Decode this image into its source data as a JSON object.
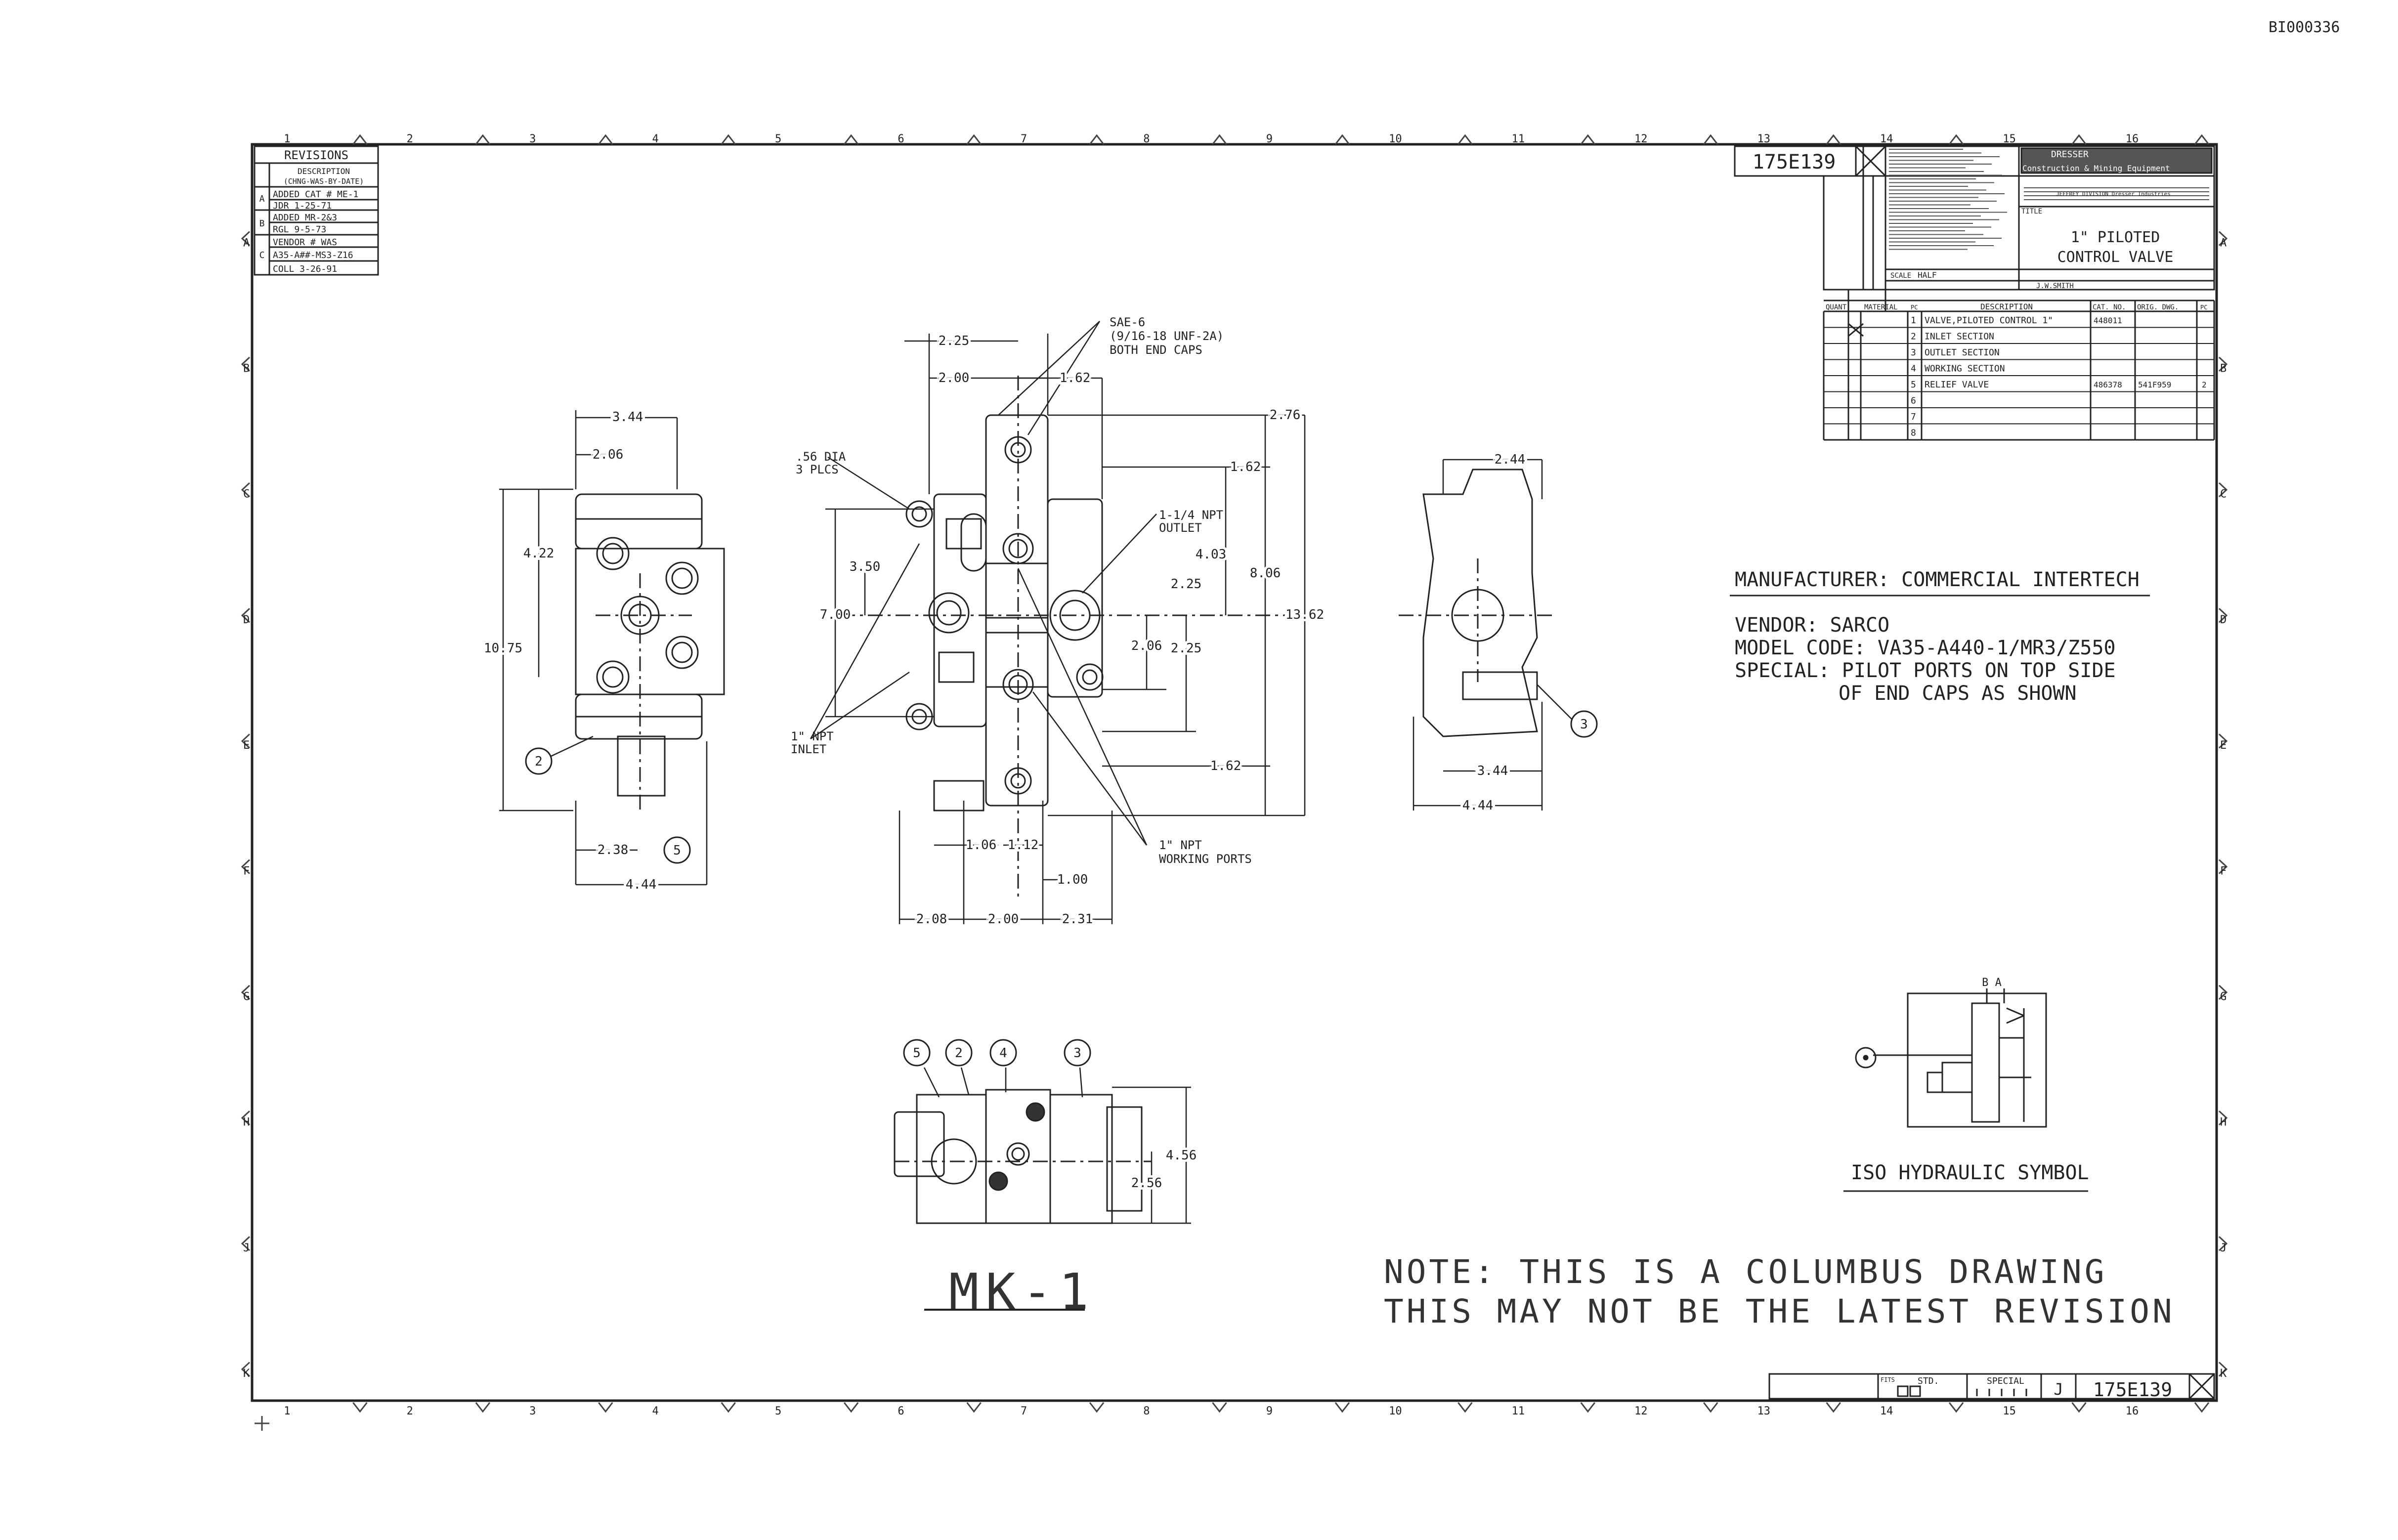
{
  "doc_id": "BI000336",
  "drawing_number": "175E139",
  "border": {
    "top_numbers": [
      "1",
      "2",
      "3",
      "4",
      "5",
      "6",
      "7",
      "8",
      "9",
      "10",
      "11",
      "12",
      "13",
      "14",
      "15",
      "16"
    ],
    "side_letters": [
      "A",
      "B",
      "C",
      "D",
      "E",
      "F",
      "G",
      "H",
      "J",
      "K"
    ]
  },
  "revisions": {
    "title": "REVISIONS",
    "header": [
      "DESCRIPTION",
      "(CHNG-WAS-BY-DATE)"
    ],
    "rows": [
      {
        "letter": "A",
        "lines": [
          "ADDED CAT # ME-1",
          "JDR 1-25-71"
        ]
      },
      {
        "letter": "B",
        "lines": [
          "ADDED MR-2&3",
          "RGL 9-5-73"
        ]
      },
      {
        "letter": "C",
        "lines": [
          "VENDOR # WAS",
          "A35-A##-MS3-Z16",
          "COLL 3-26-91"
        ]
      }
    ]
  },
  "title_block": {
    "number": "175E139",
    "company": "DRESSER",
    "division": "Construction & Mining Equipment",
    "division_sub": "JEFFREY DIVISION  Dresser Industries",
    "title_label": "TITLE",
    "title": [
      "1\" PILOTED",
      "CONTROL VALVE"
    ],
    "scale_label": "SCALE",
    "scale": "HALF",
    "drawn": "J.W.SMITH",
    "parts_header": [
      "QUANT.",
      "MATERIAL",
      "PC",
      "DESCRIPTION",
      "CAT. NO.",
      "ORIG. DWG.",
      "PC"
    ],
    "parts": [
      {
        "pc": "1",
        "desc": "VALVE,PILOTED CONTROL 1\"",
        "cat": "448011",
        "orig": "",
        "pc2": ""
      },
      {
        "pc": "2",
        "desc": "INLET SECTION",
        "cat": "",
        "orig": "",
        "pc2": ""
      },
      {
        "pc": "3",
        "desc": "OUTLET SECTION",
        "cat": "",
        "orig": "",
        "pc2": ""
      },
      {
        "pc": "4",
        "desc": "WORKING SECTION",
        "cat": "",
        "orig": "",
        "pc2": ""
      },
      {
        "pc": "5",
        "desc": "RELIEF VALVE",
        "cat": "486378",
        "orig": "541F959",
        "pc2": "2"
      },
      {
        "pc": "6",
        "desc": "",
        "cat": "",
        "orig": "",
        "pc2": ""
      },
      {
        "pc": "7",
        "desc": "",
        "cat": "",
        "orig": "",
        "pc2": ""
      },
      {
        "pc": "8",
        "desc": "",
        "cat": "",
        "orig": "",
        "pc2": ""
      }
    ]
  },
  "notes": {
    "manufacturer": "MANUFACTURER: COMMERCIAL INTERTECH",
    "vendor": "VENDOR: SARCO",
    "model_code": "MODEL CODE: VA35-A440-1/MR3/Z550",
    "special_1": "SPECIAL: PILOT PORTS ON TOP SIDE",
    "special_2": "OF END CAPS AS SHOWN",
    "iso": "ISO HYDRAULIC SYMBOL",
    "mk": "MK-1",
    "columbus_1": "NOTE: THIS IS A COLUMBUS DRAWING",
    "columbus_2": "THIS MAY NOT BE THE LATEST REVISION",
    "iso_ports": "B  A"
  },
  "dims": {
    "left_view": [
      "3.44",
      "2.06",
      "4.22",
      "10.75",
      "2.38",
      "4.44"
    ],
    "front_view": [
      "2.25",
      "2.00",
      "1.62",
      "2.76",
      "1.62",
      "4.03",
      "8.06",
      "2.25",
      "3.50",
      "7.00",
      "2.06",
      "2.25",
      "13.62",
      "1.62",
      "1.06",
      "1.12",
      "1.00",
      "2.08",
      "2.00",
      "2.31"
    ],
    "callouts": [
      "SAE-6",
      "(9/16-18 UNF-2A)",
      "BOTH END CAPS",
      ".56 DIA",
      "3 PLCS",
      "1-1/4 NPT",
      "OUTLET",
      "1\" NPT",
      "INLET",
      "1\" NPT",
      "WORKING PORTS"
    ],
    "right_view": [
      "2.44",
      "3.44",
      "4.44"
    ],
    "bottom_view": [
      "4.56",
      "2.56"
    ],
    "balloons": [
      "2",
      "5",
      "3",
      "5",
      "2",
      "4",
      "3"
    ]
  },
  "bottom_block": {
    "fits": "FITS",
    "std": "STD.",
    "special": "SPECIAL",
    "size": "J",
    "number": "175E139"
  }
}
